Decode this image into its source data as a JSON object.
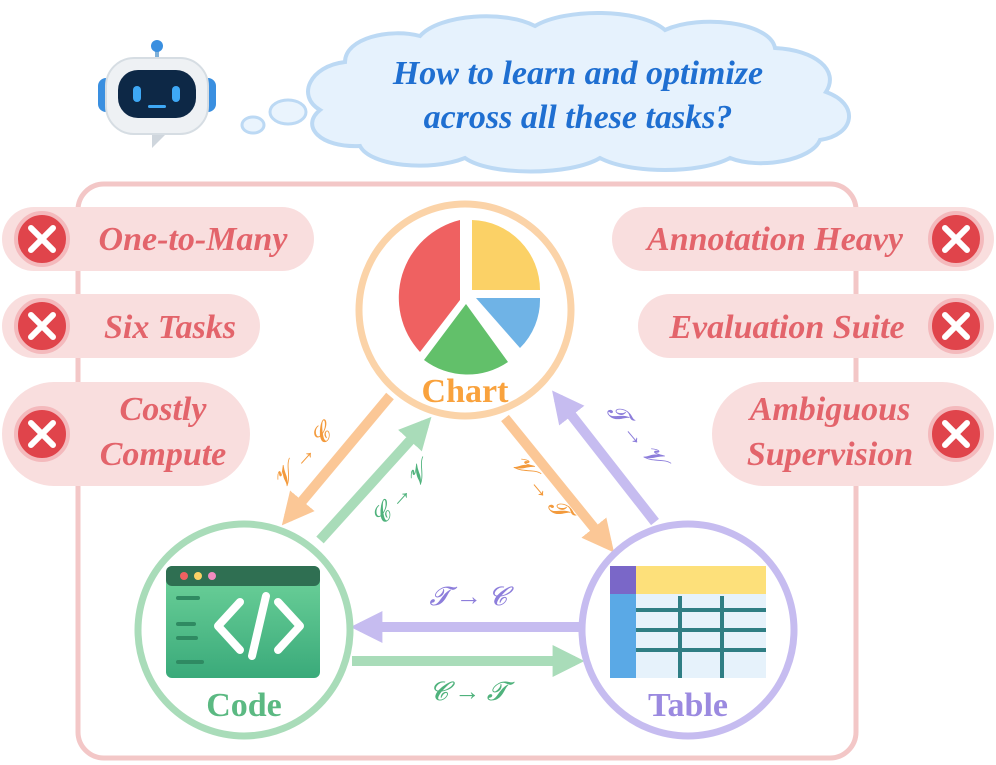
{
  "question": {
    "line1": "How to learn and optimize",
    "line2": "across all these tasks?"
  },
  "issues_left": [
    {
      "lines": [
        "One-to-Many"
      ]
    },
    {
      "lines": [
        "Six Tasks"
      ]
    },
    {
      "lines": [
        "Costly",
        "Compute"
      ]
    }
  ],
  "issues_right": [
    {
      "lines": [
        "Annotation Heavy"
      ]
    },
    {
      "lines": [
        "Evaluation Suite"
      ]
    },
    {
      "lines": [
        "Ambiguous",
        "Supervision"
      ]
    }
  ],
  "nodes": {
    "chart": "Chart",
    "code": "Code",
    "table": "Table"
  },
  "arrows": {
    "chart_to_code": "𝓥 → 𝓒",
    "code_to_chart": "𝓒 → 𝓥",
    "chart_to_table": "𝓥 → 𝓣",
    "table_to_chart": "𝓣 → 𝓥",
    "table_to_code": "𝓣 → 𝓒",
    "code_to_table": "𝓒 → 𝓣"
  },
  "colors": {
    "issue_bg": "#f9dede",
    "issue_text": "#e3646b",
    "x_icon": "#e0444b",
    "question_text": "#1f6fd1",
    "cloud_fill": "#e6f2fd",
    "cloud_stroke": "#bcd9f4",
    "frame": "#f3c7c7",
    "chart": "#f9a23d",
    "code": "#5bb982",
    "table": "#9b8ae0",
    "pie_red": "#ef6161",
    "pie_yellow": "#fbd166",
    "pie_blue": "#6fb3e6",
    "pie_green": "#62c06a"
  }
}
